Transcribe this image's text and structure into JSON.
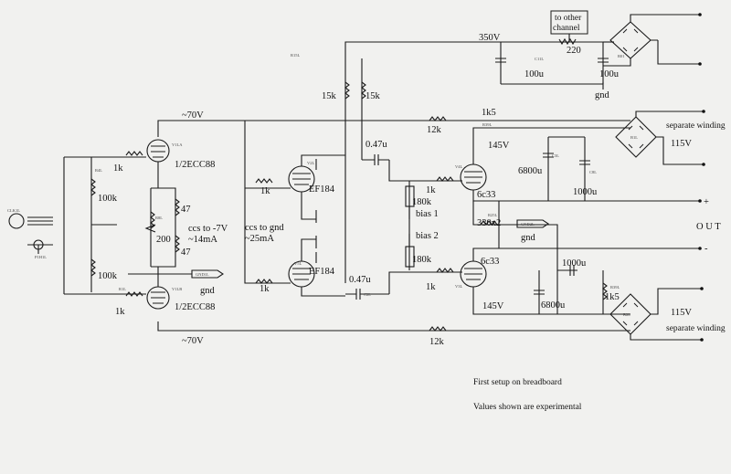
{
  "labels": {
    "v350": "350V",
    "to_other_channel_1": "to other",
    "to_other_channel_2": "channel",
    "r220": "220",
    "c100u_a": "100u",
    "c100u_b": "100u",
    "gnd_top": "gnd",
    "r15k_a": "15k",
    "r15k_b": "15k",
    "v70_top": "~70V",
    "v70_bot": "~70V",
    "r1k5_top": "1k5",
    "r12k_top": "12k",
    "r12k_bot": "12k",
    "c047_top": "0.47u",
    "c047_bot": "0.47u",
    "v145_top": "145V",
    "v145_bot": "145V",
    "sep_winding_top": "separate winding",
    "sep_winding_bot": "separate winding",
    "v115_top": "115V",
    "v115_bot": "115V",
    "r1k_in_top": "1k",
    "ecc88_top": "1/2ECC88",
    "ecc88_bot": "1/2ECC88",
    "r100k_a": "100k",
    "r100k_b": "100k",
    "r47_a": "47",
    "r47_b": "47",
    "r200": "200",
    "ccs_neg7_1": "ccs to -7V",
    "ccs_neg7_2": "~14mA",
    "gnd_mid": "gnd",
    "r1k_left_mid": "1k",
    "ef184_top": "EF184",
    "ef184_bot": "EF184",
    "ccs_gnd_1": "ccs to gnd",
    "ccs_gnd_2": "~25mA",
    "r1k_left_bot": "1k",
    "r1k_in_bot": "1k",
    "r1k_grid_top": "1k",
    "r1k_grid_bot": "1k",
    "r180k_a": "180k",
    "r180k_b": "180k",
    "bias1": "bias 1",
    "bias2": "bias 2",
    "tube_6c33_top": "6c33",
    "tube_6c33_bot": "6c33",
    "r330x2": "330x2",
    "gnd_out": "gnd",
    "c6800u_top": "6800u",
    "c6800u_bot": "6800u",
    "c1000u_top": "1000u",
    "c1000u_bot": "1000u",
    "r1k5_bot": "1k5",
    "plus": "+",
    "minus": "-",
    "out": "O U T",
    "note1": "First setup on breadboard",
    "note2": "Values shown are experimental"
  },
  "colors": {
    "ink": "#1a1a1a",
    "paper": "#f1f1ef"
  }
}
